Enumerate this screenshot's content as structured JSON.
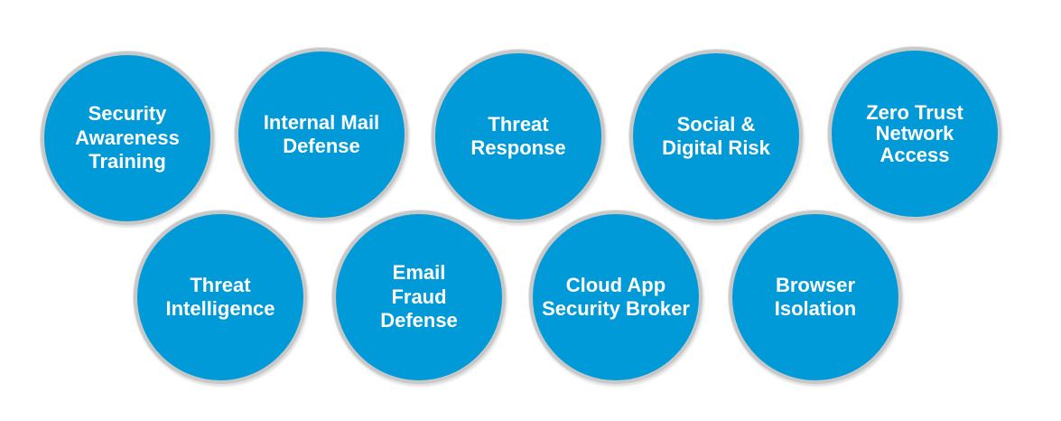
{
  "diagram": {
    "circles": [
      {
        "label": "Security\nAwareness\nTraining"
      },
      {
        "label": "Internal Mail\nDefense"
      },
      {
        "label": "Threat\nResponse"
      },
      {
        "label": "Social &\nDigital Risk"
      },
      {
        "label": "Zero  Trust\nNetwork\nAccess"
      },
      {
        "label": "Threat\nIntelligence"
      },
      {
        "label": "Email\nFraud\nDefense"
      },
      {
        "label": "Cloud App\nSecurity Broker"
      },
      {
        "label": "Browser\nIsolation"
      }
    ],
    "colors": {
      "circle_fill": "#009ad9",
      "circle_border": "#c8c8c8",
      "label_text": "#ffffff"
    }
  }
}
